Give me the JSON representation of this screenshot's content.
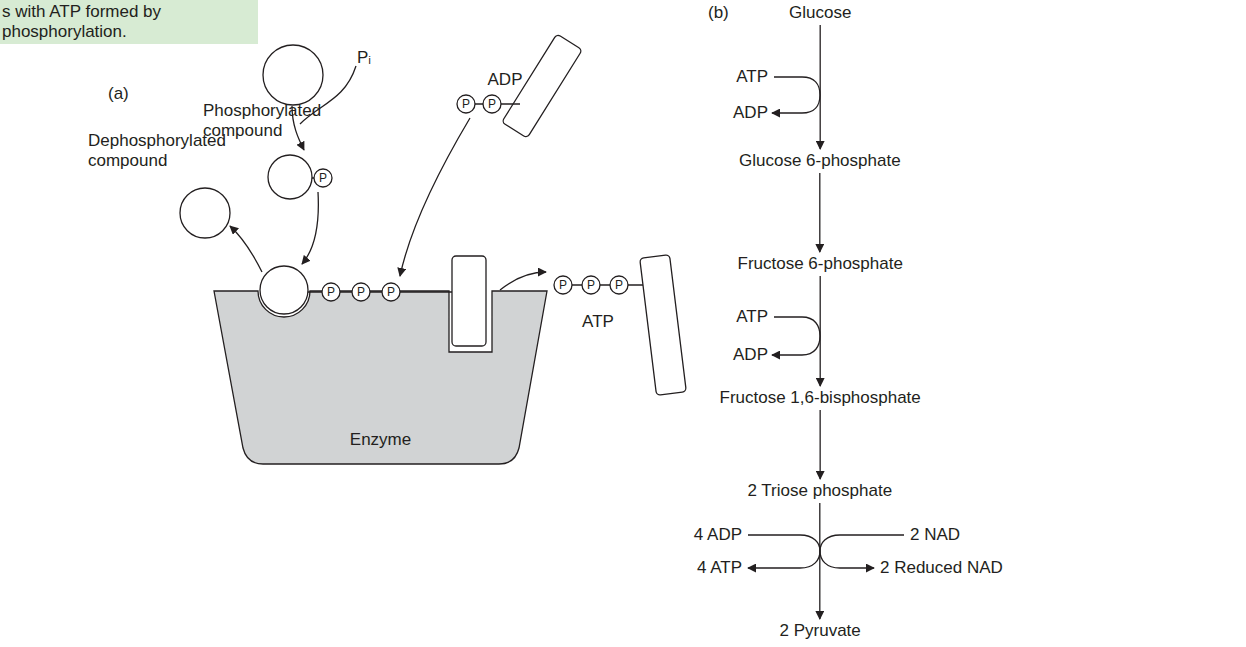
{
  "diagram": {
    "nodes": [
      {
        "text": [
          "s with ATP formed by phosphorylation."
        ]
      },
      {
        "text": [
          "Enzyme"
        ]
      },
      {
        "text": [
          "Glucose"
        ]
      },
      {
        "text": [
          "Glucose 6-phosphate"
        ]
      },
      {
        "text": [
          "Fructose 6-phosphate"
        ]
      },
      {
        "text": [
          "Fructose 1,6-bisphosphate"
        ]
      },
      {
        "text": [
          "2 Triose phosphate"
        ]
      },
      {
        "text": [
          "2 Pyruvate"
        ]
      }
    ],
    "edges": [
      {
        "from": 2,
        "to": 3,
        "arrow": "to"
      },
      {
        "from": 3,
        "to": 4,
        "arrow": "to"
      },
      {
        "from": 4,
        "to": 5,
        "arrow": "to"
      },
      {
        "from": 5,
        "to": 6,
        "arrow": "to"
      },
      {
        "from": 6,
        "to": 7,
        "arrow": "to"
      }
    ],
    "labels": [
      "(a)",
      "Pᵢ",
      "Phosphorylated compound",
      "Dephosphorylated compound",
      "P",
      "P",
      "P",
      "P",
      "P",
      "P",
      "ADP",
      "P",
      "P",
      "P",
      "ATP",
      "(b)",
      "ATP",
      "ADP",
      "ATP",
      "ADP",
      "4 ADP",
      "4 ATP",
      "2 NAD",
      "2 Reduced NAD"
    ]
  }
}
